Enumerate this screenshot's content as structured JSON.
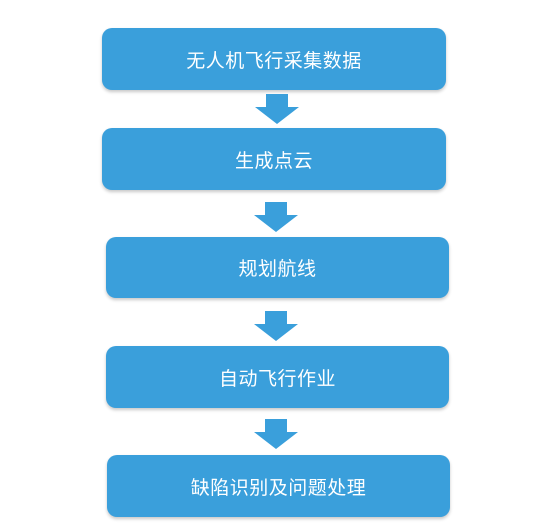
{
  "diagram": {
    "accent_color": "#3a9fdb",
    "steps": [
      {
        "label": "无人机飞行采集数据"
      },
      {
        "label": "生成点云"
      },
      {
        "label": "规划航线"
      },
      {
        "label": "自动飞行作业"
      },
      {
        "label": "缺陷识别及问题处理"
      }
    ],
    "connectors": [
      {
        "icon": "arrow-down-icon"
      },
      {
        "icon": "arrow-down-icon"
      },
      {
        "icon": "arrow-down-icon"
      },
      {
        "icon": "arrow-down-icon"
      }
    ]
  }
}
